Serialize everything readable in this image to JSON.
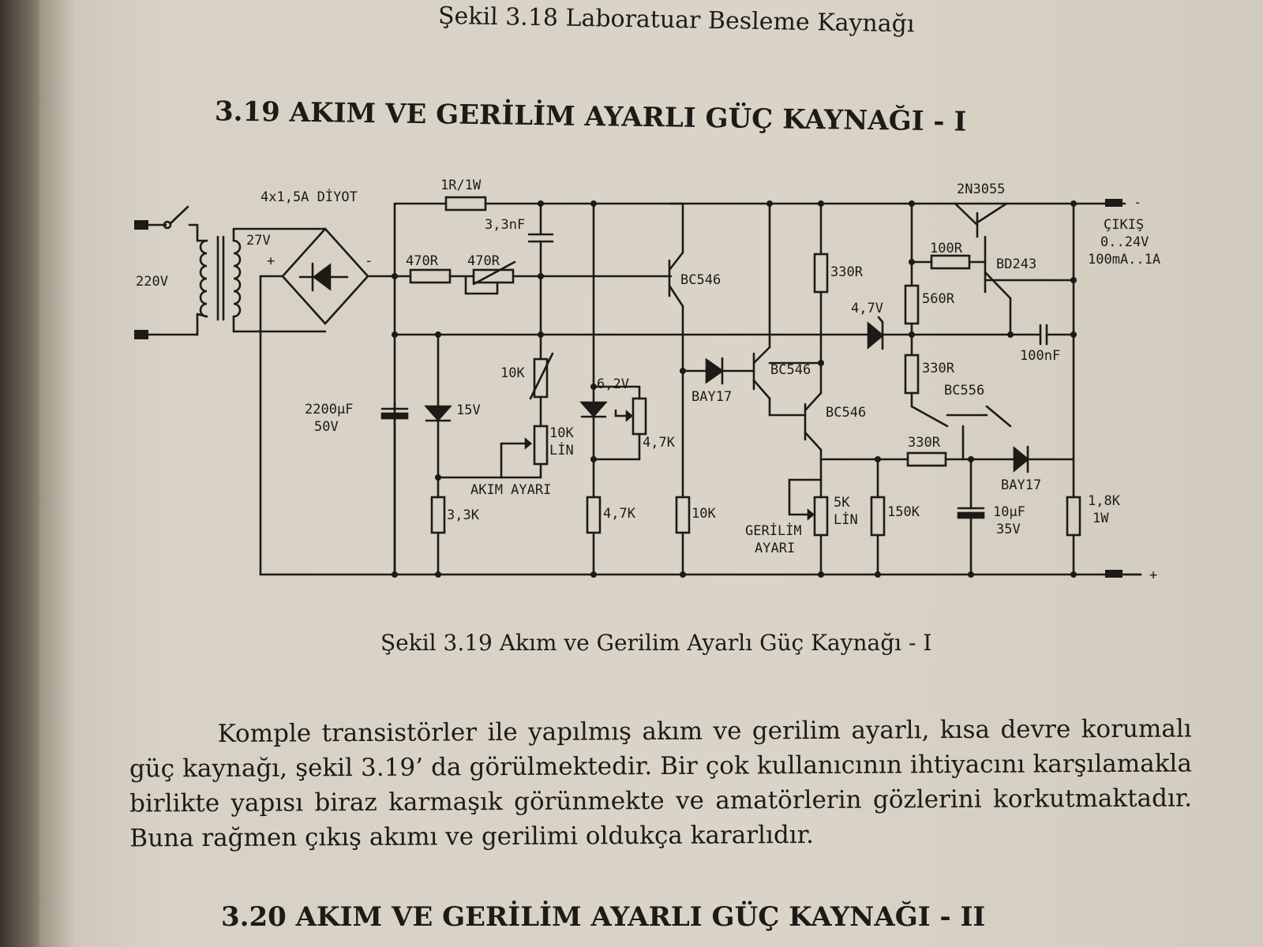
{
  "page": {
    "top_caption": "Şekil 3.18  Laboratuar Besleme Kaynağı",
    "section_title": "3.19  AKIM VE GERİLİM AYARLI GÜÇ KAYNAĞI - I",
    "figure_caption": "Şekil 3.19  Akım ve Gerilim Ayarlı Güç Kaynağı - I",
    "paragraph": "Komple transistörler ile yapılmış akım ve gerilim ayarlı, kısa devre korumalı güç kaynağı, şekil 3.19’ da  görülmektedir. Bir çok kullanıcının ihtiyacını karşılamakla birlikte yapısı biraz karmaşık görünmekte ve amatörlerin gözlerini korkutmaktadır. Buna rağmen çıkış akımı ve gerilimi oldukça kararlıdır.",
    "next_section_title": "3.20  AKIM VE GERİLİM AYARLI GÜÇ KAYNAĞI - II"
  },
  "schematic": {
    "labels": {
      "diode_bridge": "4x1,5A DİYOT",
      "r_series": "1R/1W",
      "transistor_2n3055": "2N3055",
      "out_minus": "-",
      "output_title": "ÇIKIŞ",
      "output_voltage": "0..24V",
      "output_current": "100mA..1A",
      "mains": "220V",
      "secondary": "27V",
      "plus_sign": "+",
      "minus_sign": "-",
      "cap_3n3": "3,3nF",
      "r_470": "470R",
      "r_470_pot": "470R",
      "bc546_1": "BC546",
      "r_330_a": "330R",
      "r_100": "100R",
      "bd243": "BD243",
      "r_560": "560R",
      "zener_4v7": "4,7V",
      "cap_100n": "100nF",
      "pot_10k": "10K",
      "zener_6v2": "6,2V",
      "bay17_a": "BAY17",
      "bc546_2": "BC546",
      "r_330_b": "330R",
      "bc556": "BC556",
      "cap_2200": "2200µF",
      "cap_2200_v": "50V",
      "zener_15v": "15V",
      "pot_10k_lin": "10K",
      "pot_10k_lin_b": "LİN",
      "pot_4k7": "4,7K",
      "bc546_3": "BC546",
      "r_330_c": "330R",
      "bay17_b": "BAY17",
      "akim_ayari": "AKIM AYARI",
      "r_3k3": "3,3K",
      "r_4k7": "4,7K",
      "r_10k": "10K",
      "gerilim": "GERİLİM",
      "ayari": "AYARI",
      "pot_5k": "5K",
      "pot_5k_lin": "LİN",
      "r_150k": "150K",
      "cap_10u": "10µF",
      "cap_10u_v": "35V",
      "r_1k8": "1,8K",
      "r_1k8_w": "1W",
      "out_plus": "+"
    }
  }
}
